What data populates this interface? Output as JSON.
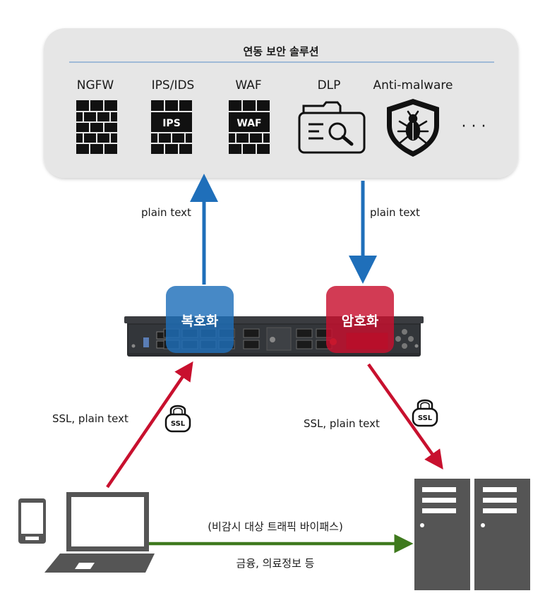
{
  "panel": {
    "title": "연동 보안 솔루션",
    "solutions": [
      {
        "label": "NGFW",
        "icon": "firewall-icon"
      },
      {
        "label": "IPS/IDS",
        "icon": "ips-icon",
        "icon_text": "IPS"
      },
      {
        "label": "WAF",
        "icon": "waf-icon",
        "icon_text": "WAF"
      },
      {
        "label": "DLP",
        "icon": "dlp-folder-icon"
      },
      {
        "label": "Anti-malware",
        "icon": "bug-shield-icon"
      }
    ],
    "more": "· · ·"
  },
  "flows": {
    "up_label": "plain text",
    "down_label": "plain text",
    "client_label": "SSL, plain text",
    "server_label": "SSL, plain text",
    "bypass_label": "(비감시 대상 트래픽 바이패스)",
    "bypass_sub": "금융, 의료정보 등"
  },
  "appliance": {
    "decrypt_label": "복호화",
    "encrypt_label": "암호화"
  },
  "ssl_badge": "SSL",
  "colors": {
    "panel_bg": "#e6e6e6",
    "blue": "#1f6fba",
    "red": "#c8102e",
    "green": "#3f7a1e",
    "dark_gray": "#555555"
  }
}
